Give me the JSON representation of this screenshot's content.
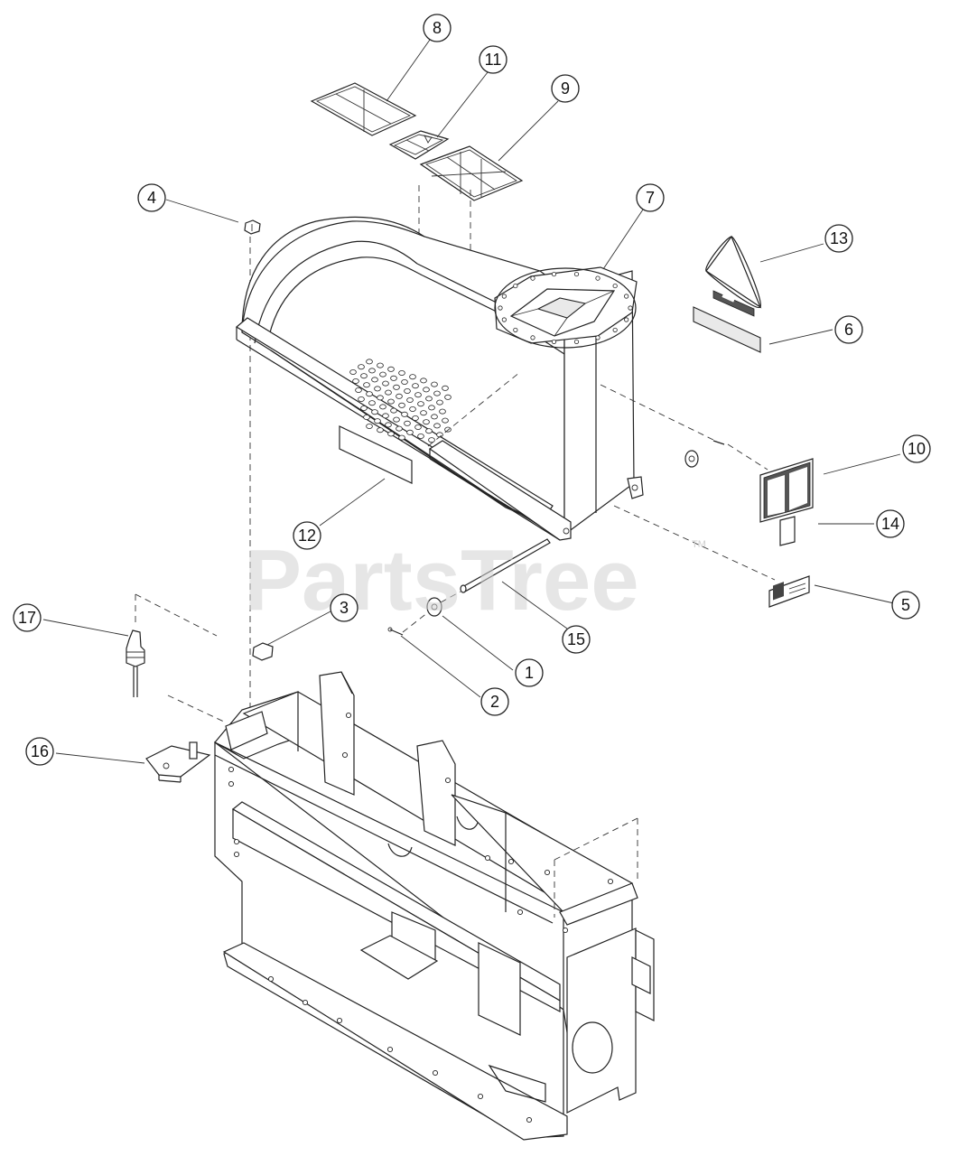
{
  "watermark": {
    "text": "PartsTree",
    "trademark": "TM"
  },
  "callouts": [
    {
      "id": "c8",
      "label": "8"
    },
    {
      "id": "c11",
      "label": "11"
    },
    {
      "id": "c9",
      "label": "9"
    },
    {
      "id": "c4",
      "label": "4"
    },
    {
      "id": "c7",
      "label": "7"
    },
    {
      "id": "c13",
      "label": "13"
    },
    {
      "id": "c6",
      "label": "6"
    },
    {
      "id": "c10",
      "label": "10"
    },
    {
      "id": "c14",
      "label": "14"
    },
    {
      "id": "c12",
      "label": "12"
    },
    {
      "id": "c5",
      "label": "5"
    },
    {
      "id": "c3",
      "label": "3"
    },
    {
      "id": "c15",
      "label": "15"
    },
    {
      "id": "c17",
      "label": "17"
    },
    {
      "id": "c1",
      "label": "1"
    },
    {
      "id": "c2",
      "label": "2"
    },
    {
      "id": "c16",
      "label": "16"
    }
  ]
}
